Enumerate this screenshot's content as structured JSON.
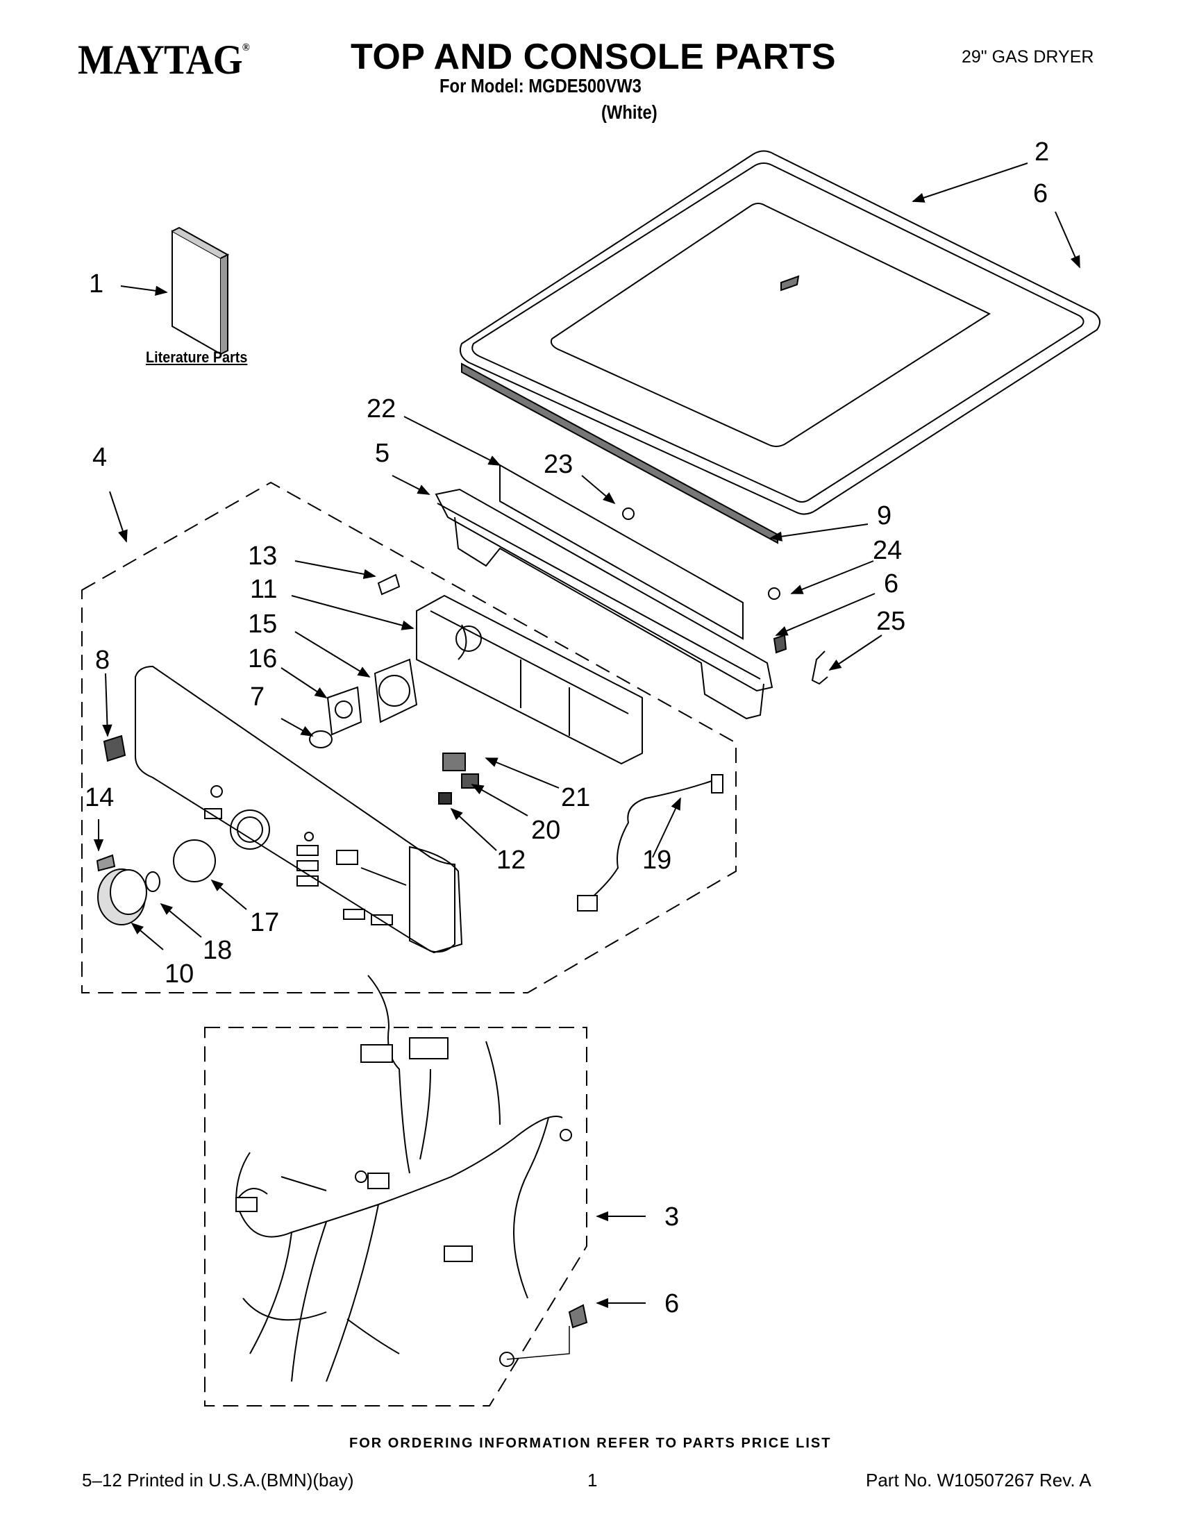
{
  "header": {
    "brand": "MAYTAG",
    "brand_mark": "®",
    "title": "TOP AND CONSOLE PARTS",
    "model_line": "For Model: MGDE500VW3",
    "color_line": "(White)",
    "product": "29\" GAS DRYER"
  },
  "diagram": {
    "literature_label": "Literature Parts",
    "callouts": [
      {
        "id": "c1",
        "label": "1"
      },
      {
        "id": "c2",
        "label": "2"
      },
      {
        "id": "c6a",
        "label": "6"
      },
      {
        "id": "c22",
        "label": "22"
      },
      {
        "id": "c5",
        "label": "5"
      },
      {
        "id": "c23",
        "label": "23"
      },
      {
        "id": "c4",
        "label": "4"
      },
      {
        "id": "c9",
        "label": "9"
      },
      {
        "id": "c24",
        "label": "24"
      },
      {
        "id": "c6b",
        "label": "6"
      },
      {
        "id": "c25",
        "label": "25"
      },
      {
        "id": "c13",
        "label": "13"
      },
      {
        "id": "c11",
        "label": "11"
      },
      {
        "id": "c15",
        "label": "15"
      },
      {
        "id": "c16",
        "label": "16"
      },
      {
        "id": "c8",
        "label": "8"
      },
      {
        "id": "c7",
        "label": "7"
      },
      {
        "id": "c14",
        "label": "14"
      },
      {
        "id": "c21",
        "label": "21"
      },
      {
        "id": "c20",
        "label": "20"
      },
      {
        "id": "c12",
        "label": "12"
      },
      {
        "id": "c19",
        "label": "19"
      },
      {
        "id": "c17",
        "label": "17"
      },
      {
        "id": "c18",
        "label": "18"
      },
      {
        "id": "c10",
        "label": "10"
      },
      {
        "id": "c3",
        "label": "3"
      },
      {
        "id": "c6c",
        "label": "6"
      }
    ]
  },
  "footer": {
    "ordering_note": "FOR ORDERING INFORMATION REFER TO PARTS PRICE LIST",
    "print_info": "5–12 Printed in U.S.A.(BMN)(bay)",
    "page_number": "1",
    "part_number": "Part No. W10507267 Rev. A"
  }
}
